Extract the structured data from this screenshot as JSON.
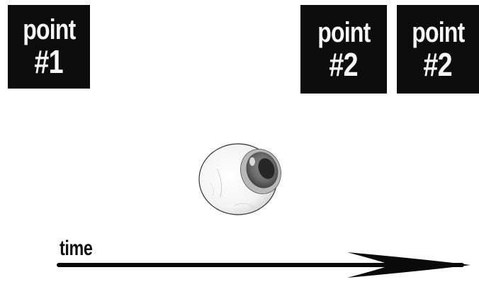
{
  "labels": [
    {
      "word": "point",
      "number": "#1"
    },
    {
      "word": "point",
      "number": "#2"
    },
    {
      "word": "point",
      "number": "#2"
    }
  ],
  "axis": {
    "label": "time"
  },
  "illustration": {
    "subject": "eyeball-icon"
  },
  "colors": {
    "box_background": "#0c0c0c",
    "box_text": "#f7f7f7",
    "arrow": "#0a0a0a",
    "iris": "#6a6a6a"
  }
}
